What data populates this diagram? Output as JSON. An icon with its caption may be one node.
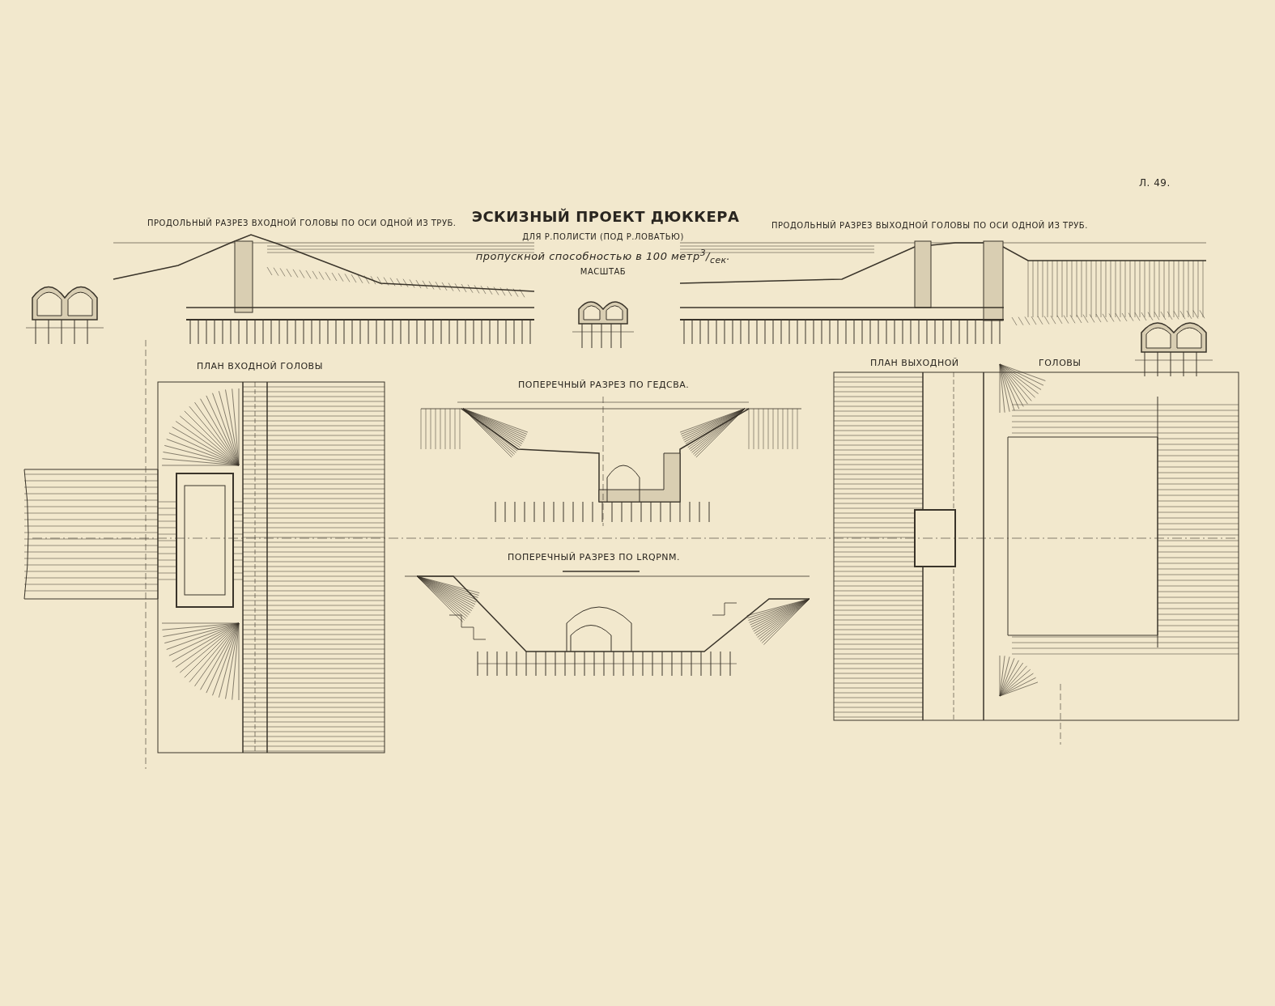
{
  "diagram": {
    "title": "ЭСКИЗНЫЙ ПРОЕКТ ДЮККЕРА",
    "labels": [
      "Л. 49.",
      "ПРОДОЛЬНЫЙ РАЗРЕЗ ВХОДНОЙ ГОЛОВЫ ПО ОСИ ОДНОЙ ИЗ ТРУБ.",
      "ДЛЯ Р.ПОЛИСТИ (ПОД Р.ЛОВАТЬЮ)",
      "пропускной способностью в 100 метр$^{3}$/$_{сек}$.",
      "МАСШТАБ",
      "ПРОДОЛЬНЫЙ РАЗРЕЗ ВЫХОДНОЙ ГОЛОВЫ ПО ОСИ ОДНОЙ ИЗ ТРУБ.",
      "ПЛАН ВХОДНОЙ ГОЛОВЫ",
      "ПОПЕРЕЧНЫЙ РАЗРЕЗ ПО ГЕДСВА.",
      "ПОПЕРЕЧНЫЙ РАЗРЕЗ ПО LRQPNM.",
      "ПЛАН ВЫХОДНОЙ",
      "ГОЛОВЫ"
    ]
  }
}
